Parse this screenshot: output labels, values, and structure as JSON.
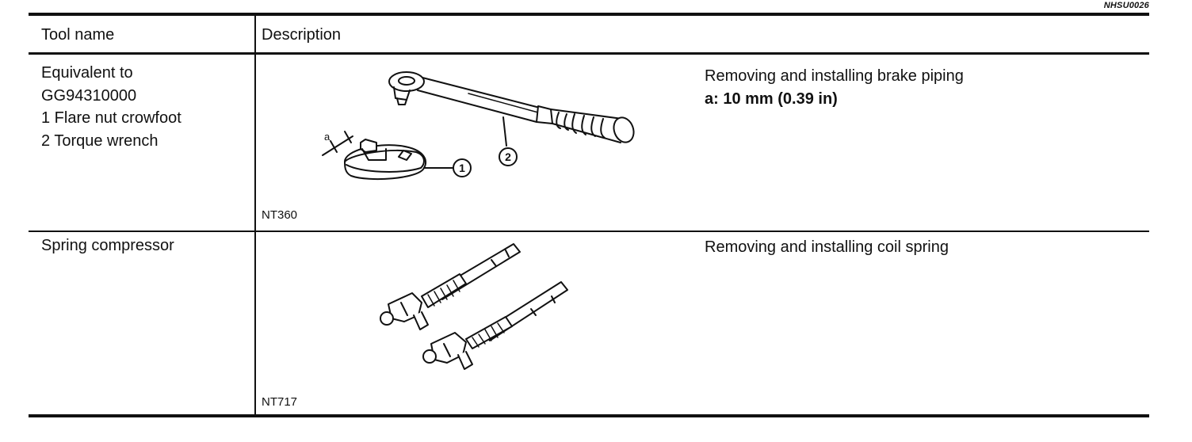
{
  "doc_code": "NHSU0026",
  "headers": {
    "tool_name": "Tool name",
    "description": "Description"
  },
  "rows": [
    {
      "tool_lines": [
        "Equivalent to",
        "GG94310000",
        "1 Flare nut crowfoot",
        "2 Torque wrench"
      ],
      "description": "Removing and installing brake piping",
      "spec": "a: 10 mm (0.39 in)",
      "figure_id": "NT360",
      "figure_labels": {
        "a": "a",
        "one": "1",
        "two": "2"
      }
    },
    {
      "tool_lines": [
        "Spring compressor"
      ],
      "description": "Removing and installing coil spring",
      "figure_id": "NT717"
    }
  ]
}
